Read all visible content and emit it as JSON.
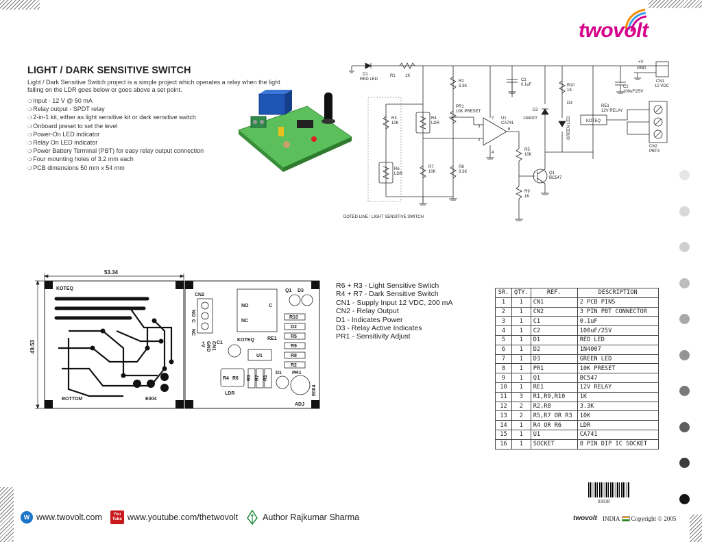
{
  "brand": {
    "logo_text": "twovolt",
    "accent": "#d6008a"
  },
  "title": "LIGHT / DARK SENSITIVE SWITCH",
  "intro": "Light / Dark Sensitive Switch project is a simple project which operates a relay when the light falling on the LDR goes below or goes above a set point.",
  "features": [
    "Input - 12 V @ 50 mA",
    "Relay output - SPDT relay",
    "2-in-1 kit, either as light sensitive kit or dark sensitive switch",
    "Onboard preset to set the level",
    "Power-On LED indicator",
    "Relay On LED indicator",
    "Power Battery Terminal (PBT) for easy relay output connection",
    "Four mounting holes of 3.2 mm each",
    "PCB dimensions 50 mm x 54 mm"
  ],
  "schematic": {
    "d1": "D1",
    "d1_val": "RED LED",
    "r1": "R1",
    "r1_val": "1K",
    "r2": "R2",
    "r2_val": "3.3K",
    "pr1": "PR1",
    "pr1_val": "10K PRESET",
    "c1": "C1",
    "c1_val": "0.1uF",
    "r10": "R10",
    "r10_val": "1K",
    "c2": "C2",
    "c2_val": "100uF/25V",
    "cn1": "CN1",
    "cn1_val": "12 VDC",
    "vplus": "+V",
    "gnd": "GND",
    "d2": "D2",
    "d2_val": "1N4007",
    "d3": "D3",
    "d3_val": "GREEN LED",
    "re1": "RE1",
    "re1_val": "12V RELAY",
    "cn2": "CN2",
    "cn2_val": "PBT3",
    "r3": "R3",
    "r3_val": "10K",
    "r4": "R4",
    "r4_val": "LDR",
    "u1": "U1",
    "u1_val": "CA741",
    "r5": "R5",
    "r5_val": "10K",
    "r6": "R6",
    "r6_val": "LDR",
    "r7": "R7",
    "r7_val": "10K",
    "r8": "R8",
    "r8_val": "3.3K",
    "r9": "R9",
    "r9_val": "1K",
    "q1": "Q1",
    "q1_val": "BC547",
    "relay_brand": "KOTEQ",
    "pin2": "2",
    "pin3": "3",
    "pin4": "4",
    "pin6": "6",
    "pin7": "7",
    "caption": "DOTED LINE : LIGHT SENSITIVE SWITCH"
  },
  "pcb": {
    "width_mm": "53.34",
    "height_mm": "49.53",
    "bottom_label": "BOTTOM",
    "board_code": "E004",
    "brand": "KOTEQ",
    "cn2": "CN2",
    "no": "NO",
    "nc": "NC",
    "c": "C",
    "com": "C",
    "gnd": "GND",
    "plus_v": "+V",
    "cn1": "CN1",
    "c1": "C1",
    "re1": "RE1",
    "q1": "Q1",
    "d3": "D3",
    "r10": "R10",
    "d2": "D2",
    "r5": "R5",
    "r9": "R9",
    "r8": "R8",
    "r2": "R2",
    "u1": "U1",
    "r4": "R4",
    "r6": "R6",
    "r3": "R3",
    "r7": "R7",
    "r1": "R1",
    "d1": "D1",
    "pr1": "PR1",
    "ldr": "LDR",
    "adj": "ADJ"
  },
  "notes": [
    "R6 + R3 - Light Sensitive Switch",
    "R4 + R7 - Dark Sensitive Switch",
    "CN1 - Supply Input 12 VDC, 200 mA",
    "CN2 - Relay Output",
    "D1 - Indicates Power",
    "D3 - Relay Active Indicates",
    "PR1 - Sensitivity Adjust"
  ],
  "bom": {
    "headers": [
      "SR.",
      "QTY.",
      "REF.",
      "DESCRIPTION"
    ],
    "rows": [
      [
        "1",
        "1",
        "CN1",
        "2 PCB PINS"
      ],
      [
        "2",
        "1",
        "CN2",
        "3 PIN PBT CONNECTOR"
      ],
      [
        "3",
        "1",
        "C1",
        "0.1uF"
      ],
      [
        "4",
        "1",
        "C2",
        "100uF/25V"
      ],
      [
        "5",
        "1",
        "D1",
        "RED LED"
      ],
      [
        "6",
        "1",
        "D2",
        "1N4007"
      ],
      [
        "7",
        "1",
        "D3",
        "GREEN LED"
      ],
      [
        "8",
        "1",
        "PR1",
        "10K PRESET"
      ],
      [
        "9",
        "1",
        "Q1",
        "BC547"
      ],
      [
        "10",
        "1",
        "RE1",
        "12V RELAY"
      ],
      [
        "11",
        "3",
        "R1,R9,R10",
        "1K"
      ],
      [
        "12",
        "2",
        "R2,R8",
        "3.3K"
      ],
      [
        "13",
        "2",
        "R5,R7 OR R3",
        "10K"
      ],
      [
        "14",
        "1",
        "R4 OR R6",
        "LDR"
      ],
      [
        "15",
        "1",
        "U1",
        "CA741"
      ],
      [
        "16",
        "1",
        "SOCKET",
        "8 PIN DIP IC SOCKET"
      ]
    ]
  },
  "side_dots": [
    "#e6e6e6",
    "#d9d9d9",
    "#cfcfcf",
    "#bdbdbd",
    "#a9a9a9",
    "#949494",
    "#7a7a7a",
    "#5e5e5e",
    "#3c3c3c",
    "#151515"
  ],
  "barcode_number": "03038",
  "footer": {
    "website": "www.twovolt.com",
    "youtube_icon_top": "You",
    "youtube_icon_bottom": "Tube",
    "youtube": "www.youtube.com/thetwovolt",
    "author": "Author Rajkumar Sharma",
    "copyright_brand": "twovolt",
    "country": "INDIA",
    "copyright": "Copyright © 2005"
  }
}
